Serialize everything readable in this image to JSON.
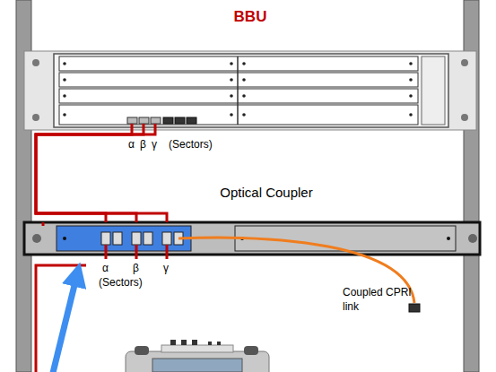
{
  "diagram": {
    "nodes": [
      {
        "text": [
          "BBU"
        ]
      },
      {
        "text": [
          "Optical Coupler"
        ]
      }
    ],
    "edges": [
      {
        "from": 0,
        "to": 1,
        "arrow": "none"
      },
      {
        "from": 0,
        "to": 1,
        "arrow": "none"
      },
      {
        "from": 0,
        "to": 1,
        "arrow": "none"
      }
    ],
    "labels": [
      "α",
      "β",
      "γ",
      "(Sectors)",
      "α",
      "β",
      "γ",
      "(Sectors)",
      "Coupled CPRI link"
    ]
  }
}
